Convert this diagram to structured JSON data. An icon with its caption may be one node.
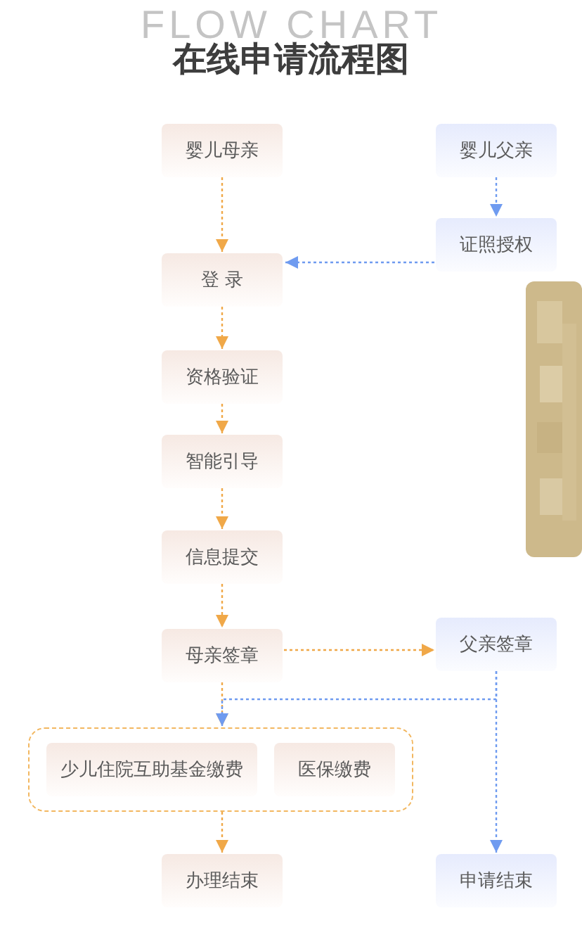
{
  "diagram": {
    "title": "在线申请流程图",
    "nodes": [
      {
        "text": [
          "婴儿母亲"
        ]
      },
      {
        "text": [
          "婴儿父亲"
        ]
      },
      {
        "text": [
          "登 录"
        ]
      },
      {
        "text": [
          "证照授权"
        ]
      },
      {
        "text": [
          "资格验证"
        ]
      },
      {
        "text": [
          "智能引导"
        ]
      },
      {
        "text": [
          "信息提交"
        ]
      },
      {
        "text": [
          "母亲签章"
        ]
      },
      {
        "text": [
          "父亲签章"
        ]
      },
      {
        "text": [],
        "shape": "box"
      },
      {
        "text": [
          "少儿住院互助基金缴费"
        ],
        "in": 9
      },
      {
        "text": [
          "医保缴费"
        ],
        "in": 9
      },
      {
        "text": [
          "办理结束"
        ]
      },
      {
        "text": [
          "申请结束"
        ]
      }
    ],
    "edges": [
      {
        "from": 0,
        "to": 2,
        "arrow": "to",
        "style": "dashed"
      },
      {
        "from": 1,
        "to": 3,
        "arrow": "to",
        "style": "dashed",
        "color": "#6f9bf0"
      },
      {
        "from": 3,
        "to": 2,
        "arrow": "to",
        "style": "dashed",
        "color": "#6f9bf0"
      },
      {
        "from": 2,
        "to": 4,
        "arrow": "to",
        "style": "dashed"
      },
      {
        "from": 4,
        "to": 5,
        "arrow": "to",
        "style": "dashed"
      },
      {
        "from": 5,
        "to": 6,
        "arrow": "to",
        "style": "dashed"
      },
      {
        "from": 6,
        "to": 7,
        "arrow": "to",
        "style": "dashed"
      },
      {
        "from": 7,
        "to": 8,
        "arrow": "to",
        "style": "dashed"
      },
      {
        "from": 7,
        "to": 9,
        "arrow": "to",
        "style": "dashed"
      },
      {
        "from": 8,
        "to": 9,
        "arrow": "to",
        "style": "dashed",
        "color": "#6f9bf0"
      },
      {
        "from": 8,
        "to": 13,
        "arrow": "to",
        "style": "dashed",
        "color": "#6f9bf0"
      },
      {
        "from": 9,
        "to": 12,
        "arrow": "to",
        "style": "dashed"
      }
    ],
    "labels": [
      "FLOW CHART"
    ]
  }
}
